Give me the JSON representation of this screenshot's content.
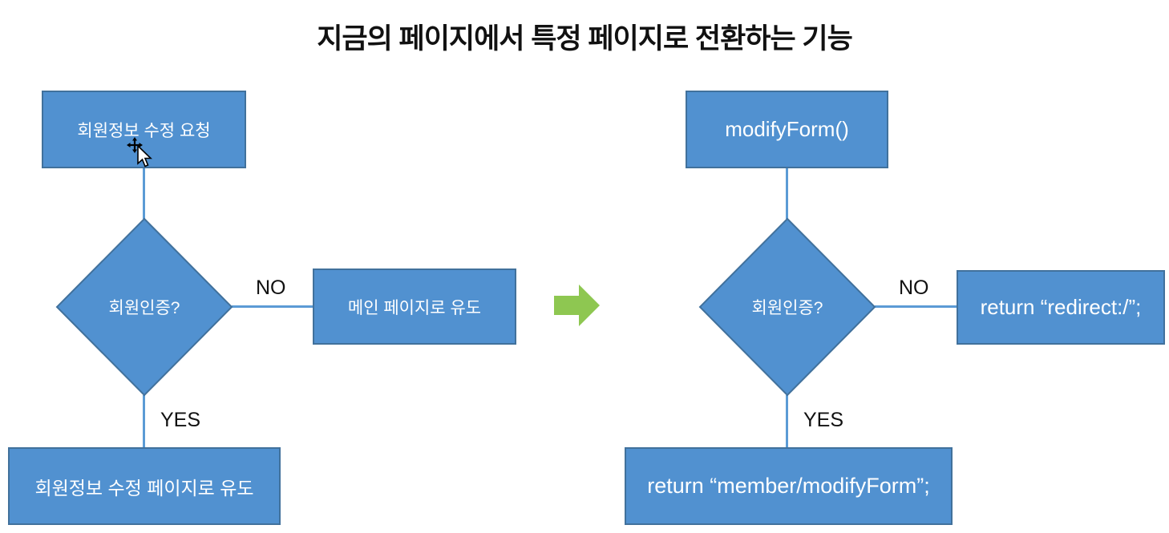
{
  "title": "지금의 페이지에서 특정 페이지로 전환하는 기능",
  "colors": {
    "shape_fill": "#5191d0",
    "shape_border": "#41719c",
    "line": "#5b9bd5",
    "arrow_green": "#8ec751",
    "label": "#111111",
    "shape_text": "#ffffff",
    "bg": "#ffffff"
  },
  "left_flow": {
    "top_box": "회원정보 수정 요청",
    "diamond": "회원인증?",
    "no_label": "NO",
    "no_box": "메인 페이지로 유도",
    "yes_label": "YES",
    "yes_box": "회원정보 수정 페이지로 유도"
  },
  "right_flow": {
    "top_box": "modifyForm()",
    "diamond": "회원인증?",
    "no_label": "NO",
    "no_box": "return “redirect:/”;",
    "yes_label": "YES",
    "yes_box": "return “member/modifyForm”;"
  },
  "icons": {
    "between_flows": "green-right-block-arrow",
    "over_top_box": "move-pointer-cursor"
  }
}
